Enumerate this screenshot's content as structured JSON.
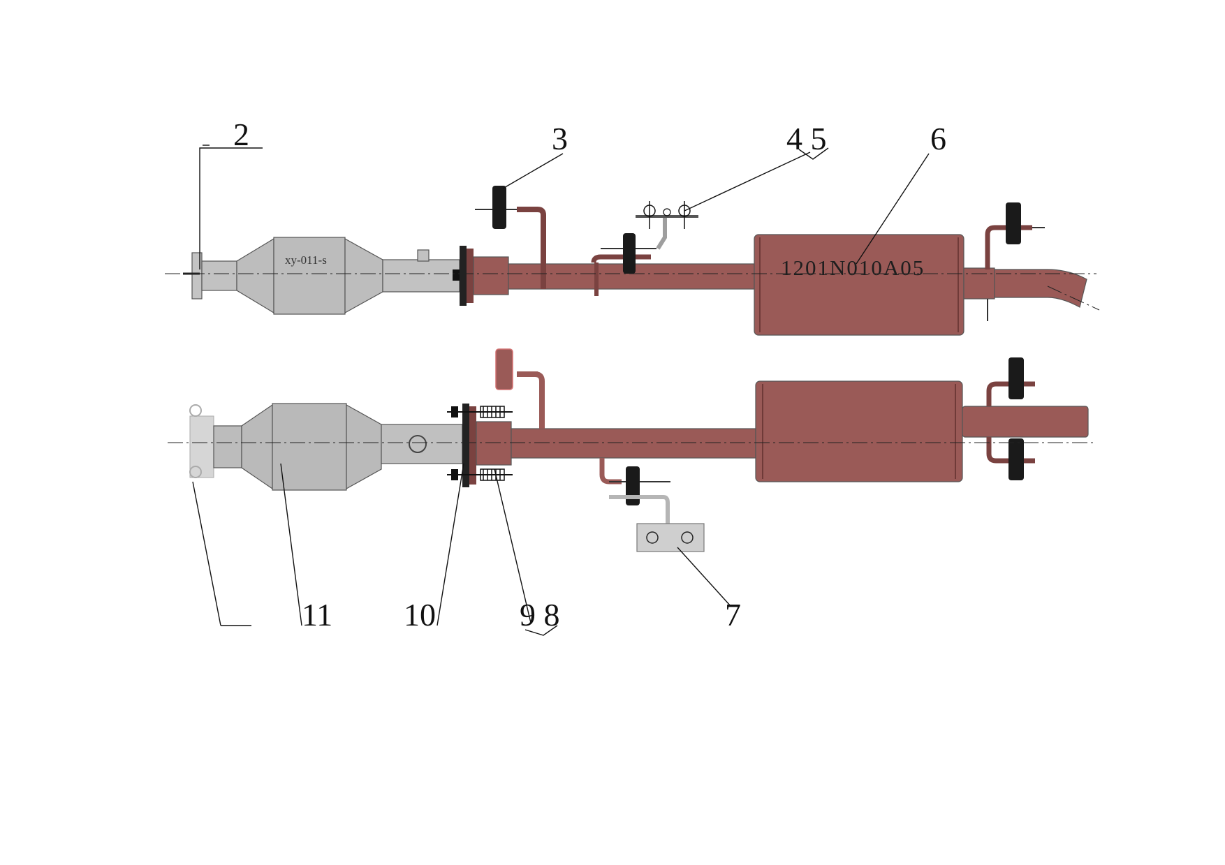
{
  "callouts": {
    "c2": "2",
    "c3": "3",
    "c45": "4 5",
    "c6": "6",
    "c7": "7",
    "c98": "9 8",
    "c10": "10",
    "c11": "11"
  },
  "converter_stamp": "xy-011-s",
  "muffler_part_number": "1201N010A05",
  "colors": {
    "pipe": "#9a5a57",
    "pipe_dark": "#7a4240",
    "converter": "#bebebe",
    "converter_edge": "#8a8a8a",
    "rubber": "#1a1a1a"
  }
}
